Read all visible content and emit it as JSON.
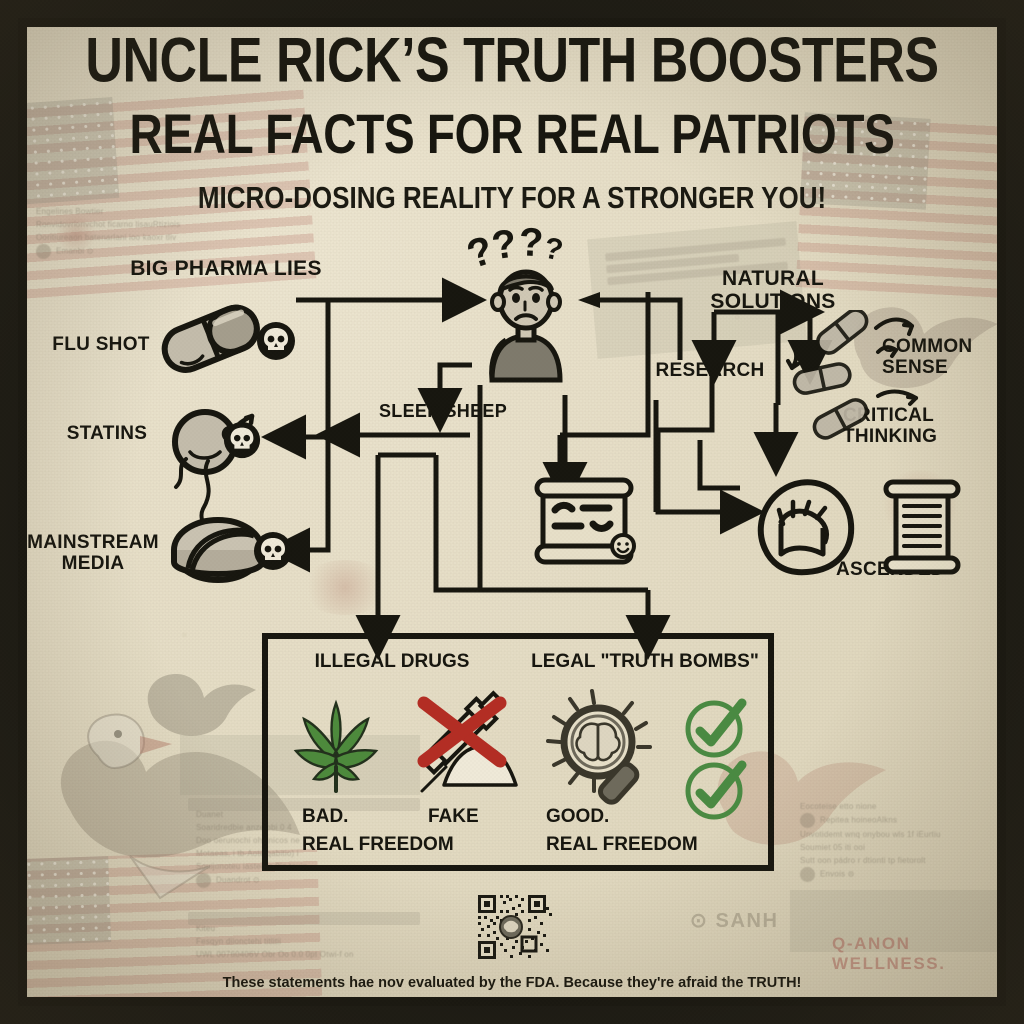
{
  "poster": {
    "title_line1": "UNCLE RICK’S TRUTH BOOSTERS",
    "title_line2": "REAL FACTS FOR REAL PATRIOTS",
    "subtitle": "MICRO-DOSING REALITY FOR A STRONGER YOU!",
    "disclaimer": "These statements hae nov evaluated by the FDA. Because they're afraid the TRUTH!",
    "brand_footer": "O-ANON WELLNESS",
    "watermark_brand": "Q-ANON WELLNESS."
  },
  "colors": {
    "paper": "#e4dcc4",
    "ink": "#17160f",
    "green": "#4a8a42",
    "leaf_green": "#4d8a3c",
    "red_x": "#b32d24",
    "pill_grey": "#b8b2a2",
    "skin": "#cfc7b4"
  },
  "left_branch": {
    "heading": "BIG PHARMA LIES",
    "items": [
      {
        "label": "FLU SHOT",
        "icon": "capsule-pill-icon",
        "badge": "skull-icon"
      },
      {
        "label": "STATINS",
        "icon": "round-pill-icon",
        "badge": "skull-icon"
      },
      {
        "label": "MAINSTREAM\nMEDIA",
        "icon": "tablet-pill-icon",
        "badge": "skull-icon"
      }
    ]
  },
  "center_branch": {
    "person_state": "???",
    "person_icon": "confused-person-icon",
    "sleep_label": "SLEEP SHEEP",
    "document_icon": "scroll-document-icon"
  },
  "right_branch": {
    "heading": "NATURAL SOLUTIONS",
    "items": [
      {
        "label": "RESEARCH",
        "icon": "research-arrow-icon"
      },
      {
        "label": "COMMON\nSENSE",
        "icon": "capsule-cluster-icon"
      },
      {
        "label": "CRITICAL\nTHINKING",
        "icon": "capsule-icon"
      },
      {
        "label": "ASCENDED",
        "icon": "flexing-arm-icon"
      }
    ],
    "scroll_icon": "scroll-certificate-icon"
  },
  "panel": {
    "left": {
      "heading": "ILLEGAL DRUGS",
      "icon_1": "cannabis-leaf-icon",
      "icon_2": "syringe-crossed-out-icon",
      "verdict_1": "BAD.",
      "verdict_2": "FAKE",
      "footer": "REAL FREEDOM"
    },
    "right": {
      "heading": "LEGAL \"TRUTH BOMBS\"",
      "icon_1": "magnifier-brain-icon",
      "icon_2": "check-circle-icon",
      "icon_3": "check-circle-icon",
      "verdict_1": "GOOD.",
      "footer": "REAL FREEDOM"
    }
  }
}
